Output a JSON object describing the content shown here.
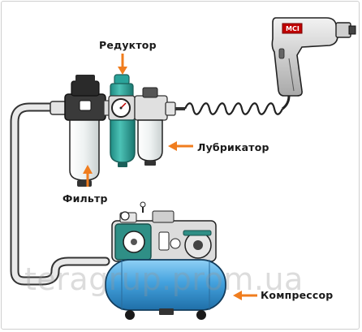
{
  "labels": {
    "reducer": "Редуктор",
    "lubricator": "Лубрикатор",
    "filter": "Фильтр",
    "compressor": "Компрессор"
  },
  "watermark": "teragrup.prom.ua",
  "tool_badge": "MCI",
  "colors": {
    "hose": "#e9e9e9",
    "hose_outline": "#333333",
    "reducer_bowl": "#2aa39a",
    "tank": "#4aa3df",
    "compressor_head": "#2f8f86",
    "arrow": "#f07d1e",
    "badge": "#c00000"
  }
}
